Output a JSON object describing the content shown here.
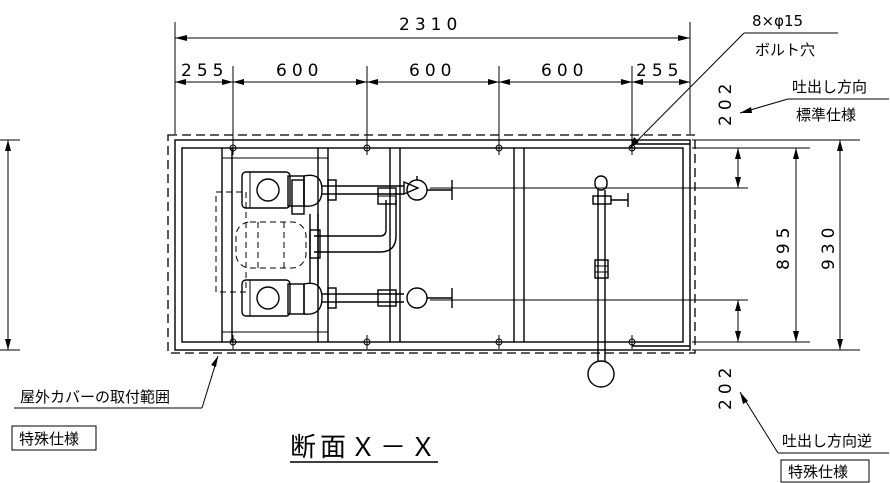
{
  "dimensions": {
    "overall_width": "2310",
    "span_left": "255",
    "span_1": "600",
    "span_2": "600",
    "span_3": "600",
    "span_right": "255",
    "offset_top": "202",
    "offset_bottom": "202",
    "inner_height": "895",
    "outer_height": "930"
  },
  "callouts": {
    "bolt_spec": "8×φ15",
    "bolt_hole": "ボルト穴",
    "discharge_direction": "吐出し方向",
    "standard_spec": "標準仕様",
    "discharge_direction_reverse": "吐出し方向逆",
    "special_spec_right": "特殊仕様",
    "cover_range": "屋外カバーの取付範囲",
    "special_spec_left": "特殊仕様"
  },
  "title": "断面Ｘ－Ｘ"
}
